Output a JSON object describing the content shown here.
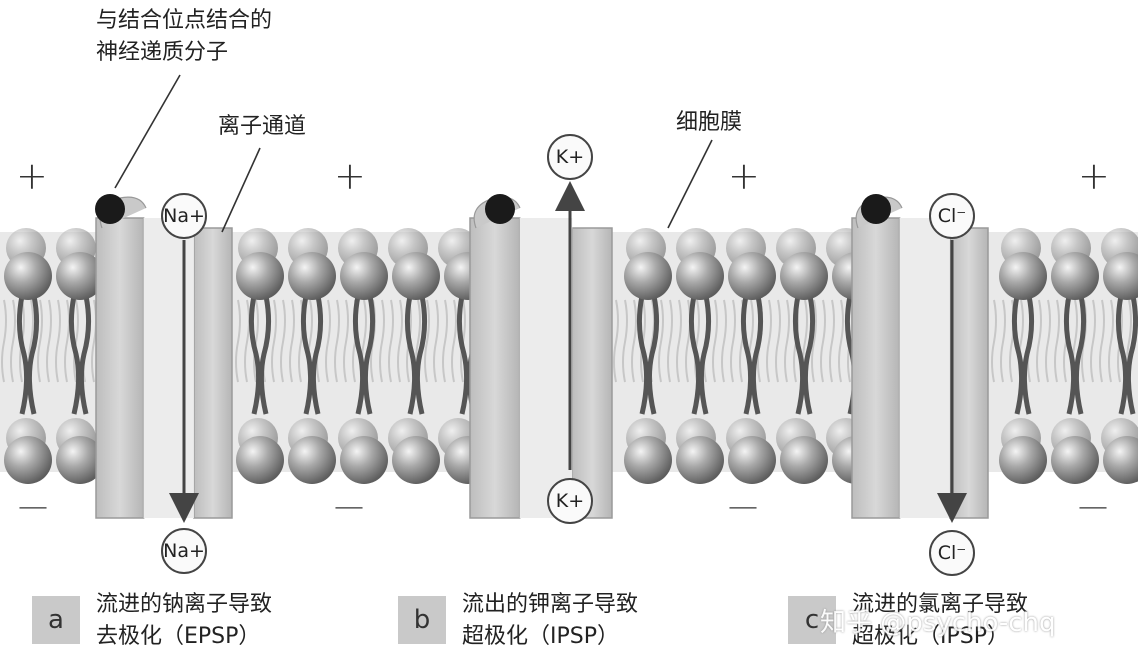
{
  "labels": {
    "neurotransmitter_line1": "与结合位点结合的",
    "neurotransmitter_line2": "神经递质分子",
    "ion_channel": "离子通道",
    "cell_membrane": "细胞膜"
  },
  "signs": {
    "plus": "+",
    "minus": "—"
  },
  "ions": {
    "na_top": "Na+",
    "na_bottom": "Na+",
    "k_top": "K+",
    "k_bottom": "K+",
    "cl_top": "Cl⁻",
    "cl_bottom": "Cl⁻"
  },
  "panels": [
    {
      "letter": "a",
      "line1": "流进的钠离子导致",
      "line2": "去极化（EPSP）"
    },
    {
      "letter": "b",
      "line1": "流出的钾离子导致",
      "line2": "超极化（IPSP）"
    },
    {
      "letter": "c",
      "line1": "流进的氯离子导致",
      "line2": "超极化（IPSP）"
    }
  ],
  "watermark": "知乎 @psycho-chq"
}
